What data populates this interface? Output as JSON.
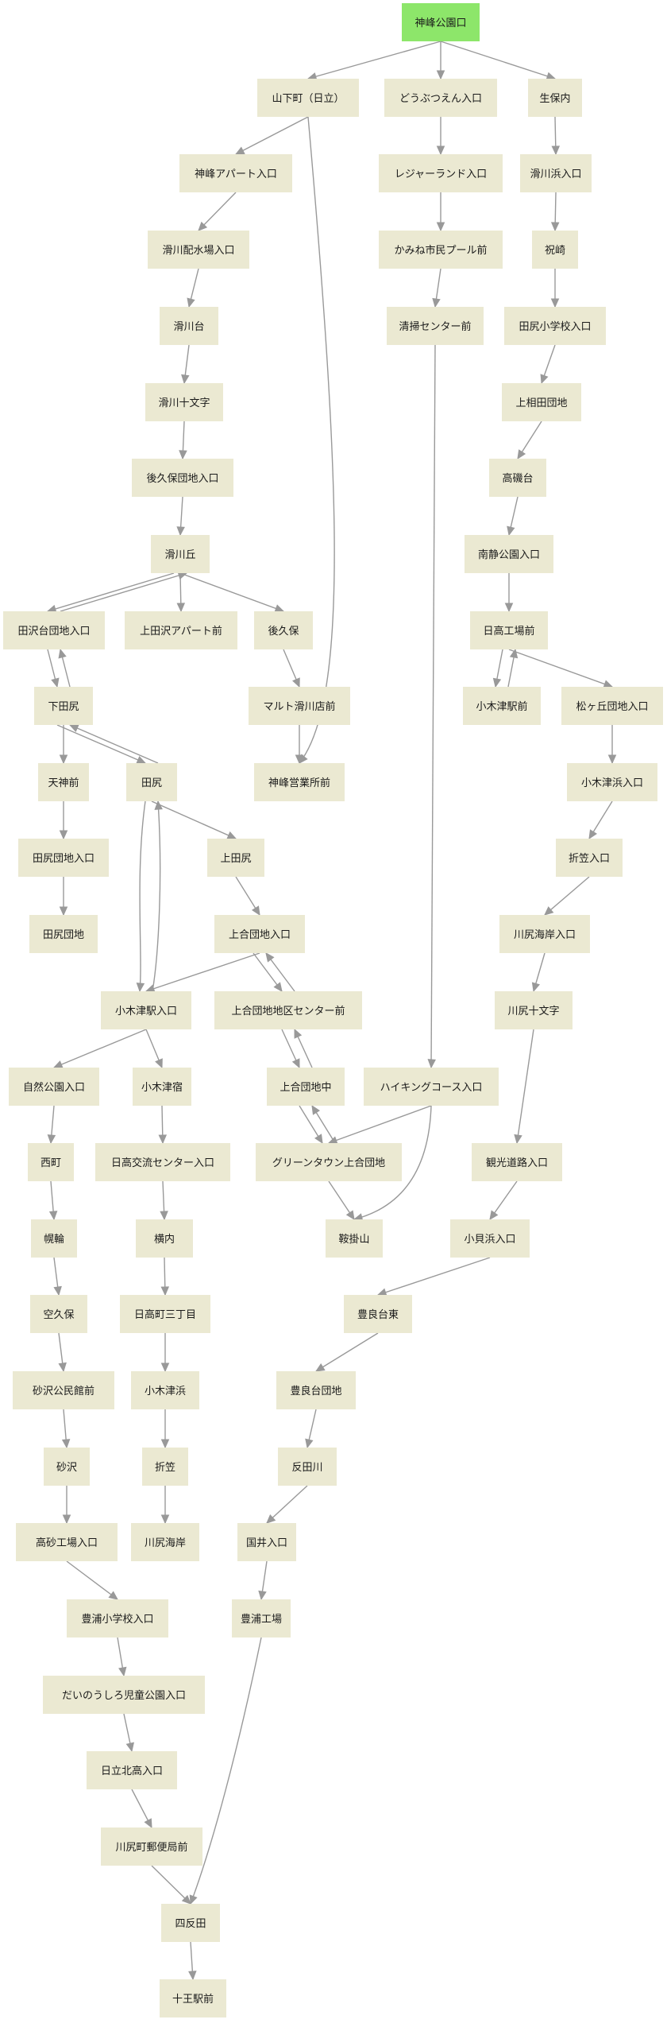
{
  "colors": {
    "node_fill": "#ebe9d2",
    "root_fill": "#8de66a",
    "edge": "#999999"
  },
  "root": "n1",
  "nodes": [
    {
      "id": "n1",
      "label": "神峰公園口"
    },
    {
      "id": "n2",
      "label": "山下町（日立）"
    },
    {
      "id": "n3",
      "label": "どうぶつえん入口"
    },
    {
      "id": "n4",
      "label": "生保内"
    },
    {
      "id": "n5",
      "label": "神峰アパート入口"
    },
    {
      "id": "n6",
      "label": "レジャーランド入口"
    },
    {
      "id": "n7",
      "label": "滑川浜入口"
    },
    {
      "id": "n8",
      "label": "滑川配水場入口"
    },
    {
      "id": "n9",
      "label": "かみね市民プール前"
    },
    {
      "id": "n10",
      "label": "祝崎"
    },
    {
      "id": "n11",
      "label": "滑川台"
    },
    {
      "id": "n12",
      "label": "清掃センター前"
    },
    {
      "id": "n13",
      "label": "田尻小学校入口"
    },
    {
      "id": "n14",
      "label": "滑川十文字"
    },
    {
      "id": "n15",
      "label": "上相田団地"
    },
    {
      "id": "n16",
      "label": "後久保団地入口"
    },
    {
      "id": "n17",
      "label": "高磯台"
    },
    {
      "id": "n18",
      "label": "滑川丘"
    },
    {
      "id": "n19",
      "label": "南静公園入口"
    },
    {
      "id": "n20",
      "label": "田沢台団地入口"
    },
    {
      "id": "n21",
      "label": "上田沢アパート前"
    },
    {
      "id": "n22",
      "label": "後久保"
    },
    {
      "id": "n23",
      "label": "日高工場前"
    },
    {
      "id": "n24",
      "label": "下田尻"
    },
    {
      "id": "n25",
      "label": "マルト滑川店前"
    },
    {
      "id": "n26",
      "label": "小木津駅前"
    },
    {
      "id": "n27",
      "label": "松ヶ丘団地入口"
    },
    {
      "id": "n28",
      "label": "天神前"
    },
    {
      "id": "n29",
      "label": "田尻"
    },
    {
      "id": "n30",
      "label": "神峰営業所前"
    },
    {
      "id": "n31",
      "label": "小木津浜入口"
    },
    {
      "id": "n32",
      "label": "田尻団地入口"
    },
    {
      "id": "n33",
      "label": "上田尻"
    },
    {
      "id": "n34",
      "label": "折笠入口"
    },
    {
      "id": "n35",
      "label": "田尻団地"
    },
    {
      "id": "n36",
      "label": "上合団地入口"
    },
    {
      "id": "n37",
      "label": "川尻海岸入口"
    },
    {
      "id": "n38",
      "label": "小木津駅入口"
    },
    {
      "id": "n39",
      "label": "上合団地地区センター前"
    },
    {
      "id": "n40",
      "label": "川尻十文字"
    },
    {
      "id": "n41",
      "label": "自然公園入口"
    },
    {
      "id": "n42",
      "label": "小木津宿"
    },
    {
      "id": "n43",
      "label": "上合団地中"
    },
    {
      "id": "n44",
      "label": "ハイキングコース入口"
    },
    {
      "id": "n45",
      "label": "西町"
    },
    {
      "id": "n46",
      "label": "日高交流センター入口"
    },
    {
      "id": "n47",
      "label": "グリーンタウン上合団地"
    },
    {
      "id": "n48",
      "label": "観光道路入口"
    },
    {
      "id": "n49",
      "label": "幌輪"
    },
    {
      "id": "n50",
      "label": "横内"
    },
    {
      "id": "n51",
      "label": "鞍掛山"
    },
    {
      "id": "n52",
      "label": "小貝浜入口"
    },
    {
      "id": "n53",
      "label": "空久保"
    },
    {
      "id": "n54",
      "label": "日高町三丁目"
    },
    {
      "id": "n55",
      "label": "豊良台東"
    },
    {
      "id": "n56",
      "label": "砂沢公民館前"
    },
    {
      "id": "n57",
      "label": "小木津浜"
    },
    {
      "id": "n58",
      "label": "豊良台団地"
    },
    {
      "id": "n59",
      "label": "砂沢"
    },
    {
      "id": "n60",
      "label": "折笠"
    },
    {
      "id": "n61",
      "label": "反田川"
    },
    {
      "id": "n62",
      "label": "高砂工場入口"
    },
    {
      "id": "n63",
      "label": "川尻海岸"
    },
    {
      "id": "n64",
      "label": "国井入口"
    },
    {
      "id": "n65",
      "label": "豊浦小学校入口"
    },
    {
      "id": "n66",
      "label": "豊浦工場"
    },
    {
      "id": "n67",
      "label": "だいのうしろ児童公園入口"
    },
    {
      "id": "n68",
      "label": "日立北高入口"
    },
    {
      "id": "n69",
      "label": "川尻町郵便局前"
    },
    {
      "id": "n70",
      "label": "四反田"
    },
    {
      "id": "n71",
      "label": "十王駅前"
    }
  ],
  "edges": [
    [
      "n1",
      "n2"
    ],
    [
      "n1",
      "n3"
    ],
    [
      "n1",
      "n4"
    ],
    [
      "n2",
      "n5"
    ],
    [
      "n2",
      "n30"
    ],
    [
      "n3",
      "n6"
    ],
    [
      "n4",
      "n7"
    ],
    [
      "n5",
      "n8"
    ],
    [
      "n6",
      "n9"
    ],
    [
      "n7",
      "n10"
    ],
    [
      "n8",
      "n11"
    ],
    [
      "n9",
      "n12"
    ],
    [
      "n10",
      "n13"
    ],
    [
      "n11",
      "n14"
    ],
    [
      "n12",
      "n44"
    ],
    [
      "n13",
      "n15"
    ],
    [
      "n14",
      "n16"
    ],
    [
      "n15",
      "n17"
    ],
    [
      "n16",
      "n18"
    ],
    [
      "n17",
      "n19"
    ],
    [
      "n18",
      "n20"
    ],
    [
      "n20",
      "n18"
    ],
    [
      "n18",
      "n21"
    ],
    [
      "n18",
      "n22"
    ],
    [
      "n19",
      "n23"
    ],
    [
      "n20",
      "n24"
    ],
    [
      "n24",
      "n20"
    ],
    [
      "n22",
      "n25"
    ],
    [
      "n23",
      "n26"
    ],
    [
      "n26",
      "n23"
    ],
    [
      "n23",
      "n27"
    ],
    [
      "n24",
      "n28"
    ],
    [
      "n24",
      "n29"
    ],
    [
      "n29",
      "n24"
    ],
    [
      "n25",
      "n30"
    ],
    [
      "n27",
      "n31"
    ],
    [
      "n28",
      "n32"
    ],
    [
      "n29",
      "n33"
    ],
    [
      "n29",
      "n38"
    ],
    [
      "n38",
      "n29"
    ],
    [
      "n31",
      "n34"
    ],
    [
      "n32",
      "n35"
    ],
    [
      "n33",
      "n36"
    ],
    [
      "n34",
      "n37"
    ],
    [
      "n36",
      "n38"
    ],
    [
      "n36",
      "n39"
    ],
    [
      "n39",
      "n36"
    ],
    [
      "n37",
      "n40"
    ],
    [
      "n38",
      "n41"
    ],
    [
      "n38",
      "n42"
    ],
    [
      "n39",
      "n43"
    ],
    [
      "n43",
      "n39"
    ],
    [
      "n40",
      "n48"
    ],
    [
      "n41",
      "n45"
    ],
    [
      "n42",
      "n46"
    ],
    [
      "n43",
      "n47"
    ],
    [
      "n47",
      "n43"
    ],
    [
      "n44",
      "n47"
    ],
    [
      "n44",
      "n51"
    ],
    [
      "n45",
      "n49"
    ],
    [
      "n46",
      "n50"
    ],
    [
      "n47",
      "n51"
    ],
    [
      "n48",
      "n52"
    ],
    [
      "n49",
      "n53"
    ],
    [
      "n50",
      "n54"
    ],
    [
      "n52",
      "n55"
    ],
    [
      "n53",
      "n56"
    ],
    [
      "n54",
      "n57"
    ],
    [
      "n55",
      "n58"
    ],
    [
      "n56",
      "n59"
    ],
    [
      "n57",
      "n60"
    ],
    [
      "n58",
      "n61"
    ],
    [
      "n59",
      "n62"
    ],
    [
      "n60",
      "n63"
    ],
    [
      "n61",
      "n64"
    ],
    [
      "n62",
      "n65"
    ],
    [
      "n64",
      "n66"
    ],
    [
      "n65",
      "n67"
    ],
    [
      "n66",
      "n70"
    ],
    [
      "n67",
      "n68"
    ],
    [
      "n68",
      "n69"
    ],
    [
      "n69",
      "n70"
    ],
    [
      "n70",
      "n71"
    ]
  ]
}
